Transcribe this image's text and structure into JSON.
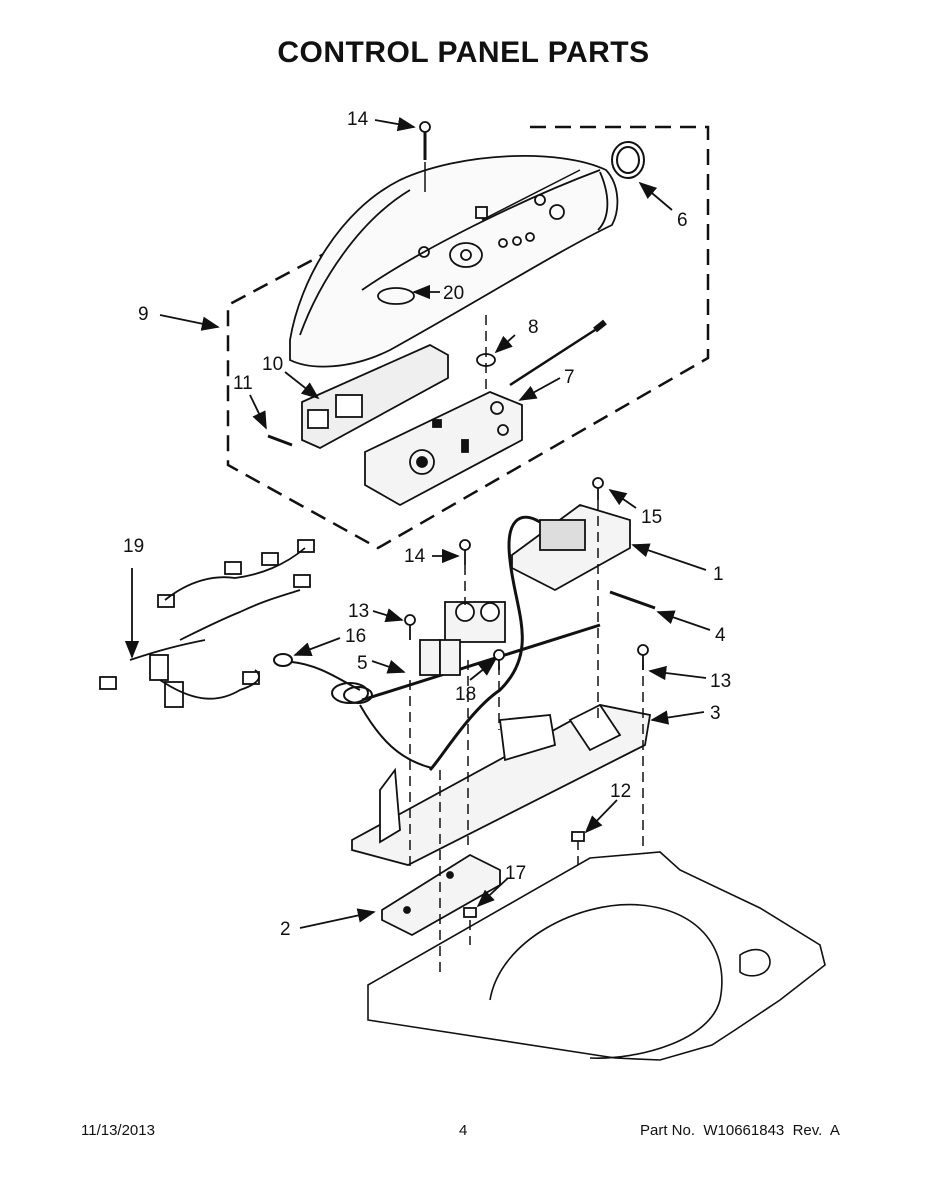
{
  "header": {
    "title": "CONTROL PANEL PARTS"
  },
  "callouts": [
    "1",
    "2",
    "3",
    "4",
    "5",
    "6",
    "7",
    "8",
    "9",
    "10",
    "11",
    "12",
    "13",
    "13",
    "14",
    "14",
    "15",
    "16",
    "17",
    "18",
    "19",
    "20"
  ],
  "footer": {
    "date": "11/13/2013",
    "page_number": "4",
    "part_info": "Part No.  W10661843  Rev.  A"
  }
}
